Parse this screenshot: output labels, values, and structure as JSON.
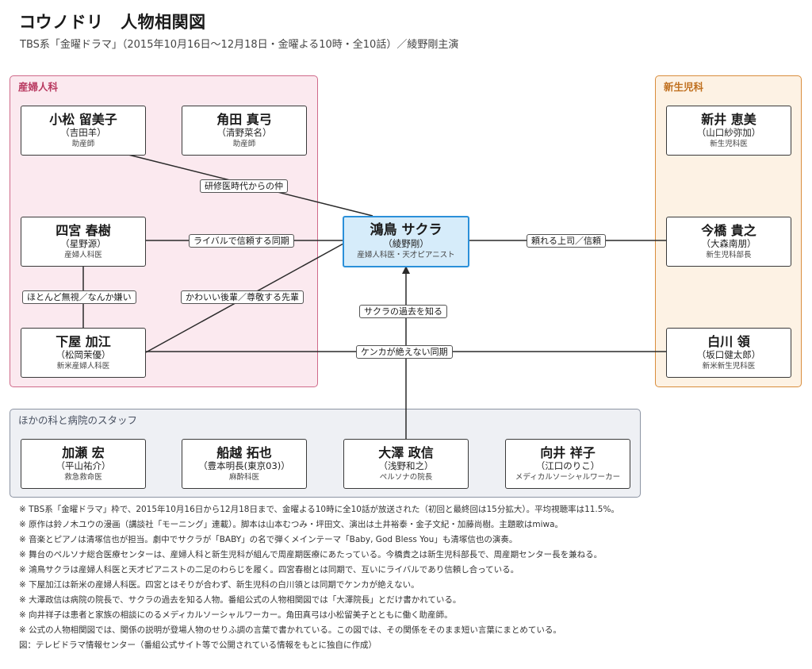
{
  "header": {
    "title": "コウノドリ　人物相関図",
    "subtitle": "TBS系「金曜ドラマ」（2015年10月16日〜12月18日・金曜よる10時・全10話）／綾野剛主演"
  },
  "groups": {
    "obstetrics": "産婦人科",
    "neonatal": "新生児科",
    "staff": "ほかの科と病院のスタッフ"
  },
  "people": {
    "komatsu": {
      "name": "小松 留美子",
      "actor": "（吉田羊）",
      "role": "助産師"
    },
    "kadota": {
      "name": "角田 真弓",
      "actor": "（清野菜名）",
      "role": "助産師"
    },
    "shinomiya": {
      "name": "四宮 春樹",
      "actor": "（星野源）",
      "role": "産婦人科医"
    },
    "shimoya": {
      "name": "下屋 加江",
      "actor": "（松岡茉優）",
      "role": "新米産婦人科医"
    },
    "sakura": {
      "name": "鴻鳥 サクラ",
      "actor": "（綾野剛）",
      "role": "産婦人科医・天才ピアニスト"
    },
    "arai": {
      "name": "新井 恵美",
      "actor": "（山口紗弥加）",
      "role": "新生児科医"
    },
    "imahashi": {
      "name": "今橋 貴之",
      "actor": "（大森南朋）",
      "role": "新生児科部長"
    },
    "shirakawa": {
      "name": "白川 領",
      "actor": "（坂口健太郎）",
      "role": "新米新生児科医"
    },
    "kase": {
      "name": "加瀬 宏",
      "actor": "（平山祐介）",
      "role": "救急救命医"
    },
    "funakoshi": {
      "name": "船越 拓也",
      "actor": "（豊本明長(東京03)）",
      "role": "麻酔科医"
    },
    "osawa": {
      "name": "大澤 政信",
      "actor": "（浅野和之）",
      "role": "ペルソナの院長"
    },
    "mukai": {
      "name": "向井 祥子",
      "actor": "（江口のりこ）",
      "role": "メディカルソーシャルワーカー"
    }
  },
  "relations": {
    "komatsu_sakura": "研修医時代からの仲",
    "shinomiya_sakura": "ライバルで信頼する同期",
    "shimoya_sakura": "かわいい後輩／尊敬する先輩",
    "shinomiya_shimoya": "ほとんど無視／なんか嫌い",
    "sakura_imahashi": "頼れる上司／信頼",
    "osawa_sakura": "サクラの過去を知る",
    "shimoya_shirakawa": "ケンカが絶えない同期"
  },
  "notes": [
    "※ TBS系「金曜ドラマ」枠で、2015年10月16日から12月18日まで、金曜よる10時に全10話が放送された（初回と最終回は15分拡大）。平均視聴率は11.5%。",
    "※ 原作は鈴ノ木ユウの漫画（講談社「モーニング」連載）。脚本は山本むつみ・坪田文、演出は土井裕泰・金子文紀・加藤尚樹。主題歌はmiwa。",
    "※ 音楽とピアノは清塚信也が担当。劇中でサクラが「BABY」の名で弾くメインテーマ「Baby, God Bless You」も清塚信也の演奏。",
    "※ 舞台のペルソナ総合医療センターは、産婦人科と新生児科が組んで周産期医療にあたっている。今橋貴之は新生児科部長で、周産期センター長を兼ねる。",
    "※ 鴻鳥サクラは産婦人科医と天才ピアニストの二足のわらじを履く。四宮春樹とは同期で、互いにライバルであり信頼し合っている。",
    "※ 下屋加江は新米の産婦人科医。四宮とはそりが合わず、新生児科の白川領とは同期でケンカが絶えない。",
    "※ 大澤政信は病院の院長で、サクラの過去を知る人物。番組公式の人物相関図では「大澤院長」とだけ書かれている。",
    "※ 向井祥子は患者と家族の相談にのるメディカルソーシャルワーカー。角田真弓は小松留美子とともに働く助産師。",
    "※ 公式の人物相関図では、関係の説明が登場人物のせりふ調の言葉で書かれている。この図では、その関係をそのまま短い言葉にまとめている。",
    "図：テレビドラマ情報センター（番組公式サイト等で公開されている情報をもとに独自に作成）"
  ]
}
